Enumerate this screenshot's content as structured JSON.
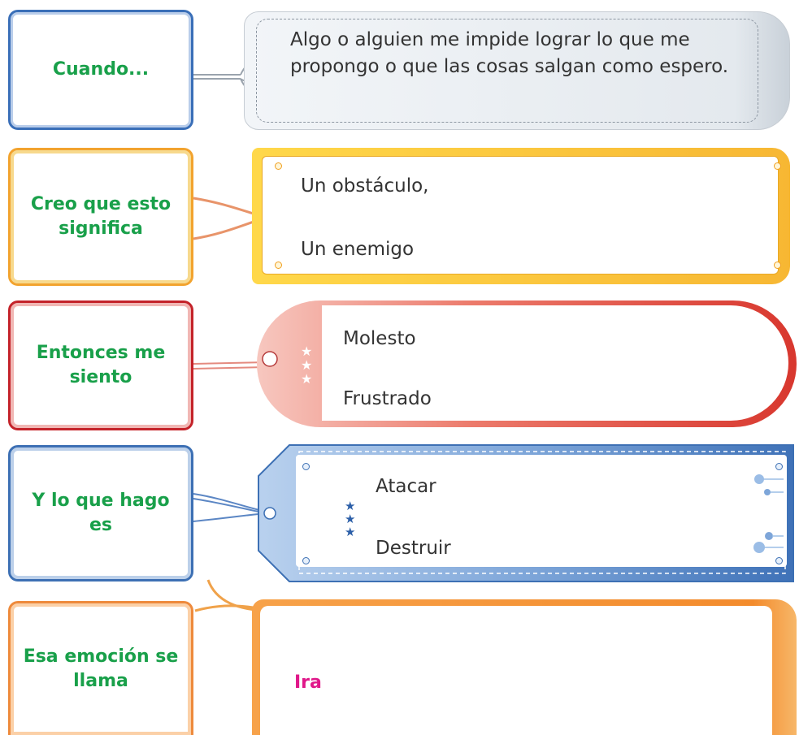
{
  "rows": [
    {
      "label": "Cuando...",
      "answer": "Algo o alguien me impide lograr lo que me propongo o que las cosas salgan como espero."
    },
    {
      "label": "Creo que esto significa",
      "answers": [
        "Un obstáculo,",
        "Un enemigo"
      ]
    },
    {
      "label": "Entonces me siento",
      "answers": [
        "Molesto",
        "Frustrado"
      ]
    },
    {
      "label": "Y lo que hago es",
      "answers": [
        "Atacar",
        "Destruir"
      ]
    },
    {
      "label": "Esa emoción se llama",
      "answer": "Ira"
    }
  ],
  "colors": {
    "label_text": "#19a04a",
    "answer_text": "#333333",
    "emotion_text": "#e0188a",
    "row1_accent": "#3a6fb8",
    "row2_accent": "#f2a32e",
    "row3_accent": "#c4232a",
    "row4_accent": "#3d70b4",
    "row5_accent": "#ee8a3c"
  },
  "icons": [
    "star-icon",
    "pin-dot-icon",
    "string-loop-icon"
  ]
}
